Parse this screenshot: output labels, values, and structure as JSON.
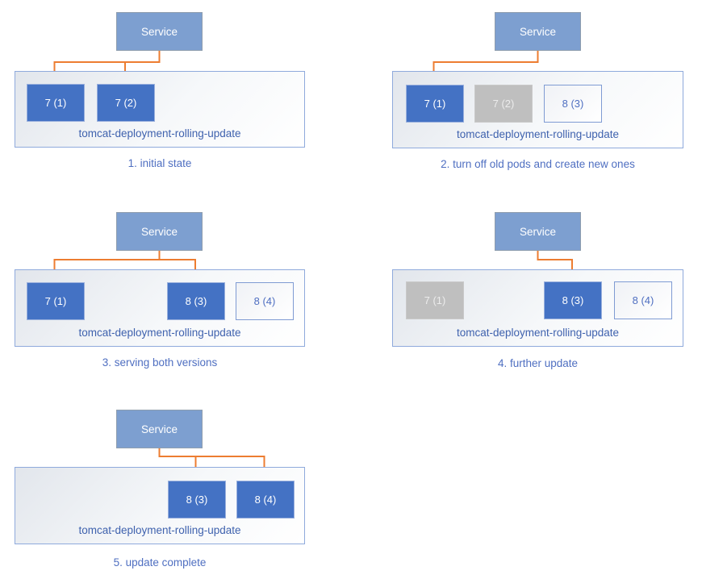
{
  "colors": {
    "service_fill": "#7d9fd0",
    "service_border": "#8e9dae",
    "pod_active_fill": "#4472c4",
    "pod_active_border": "#9ab0dd",
    "pod_terminated_fill": "#bfbfbf",
    "pod_new_border": "#7f9bd3",
    "pod_new_text": "#4f6fc1",
    "deployment_border": "#8faadc",
    "deployment_label_text": "#3f62ae",
    "caption_text": "#4f6fc1",
    "arrow": "#ed7d31"
  },
  "panels": [
    {
      "service_label": "Service",
      "deployment_label": "tomcat-deployment-rolling-update",
      "caption": "1. initial state",
      "pods": [
        {
          "label": "7 (1)",
          "state": "active"
        },
        {
          "label": "7 (2)",
          "state": "active"
        }
      ]
    },
    {
      "service_label": "Service",
      "deployment_label": "tomcat-deployment-rolling-update",
      "caption": "2. turn off old pods and create new ones",
      "pods": [
        {
          "label": "7 (1)",
          "state": "active"
        },
        {
          "label": "7 (2)",
          "state": "terminated"
        },
        {
          "label": "8 (3)",
          "state": "new"
        }
      ]
    },
    {
      "service_label": "Service",
      "deployment_label": "tomcat-deployment-rolling-update",
      "caption": "3. serving both versions",
      "pods": [
        {
          "label": "7 (1)",
          "state": "active"
        },
        {
          "label": "8 (3)",
          "state": "active"
        },
        {
          "label": "8 (4)",
          "state": "new"
        }
      ]
    },
    {
      "service_label": "Service",
      "deployment_label": "tomcat-deployment-rolling-update",
      "caption": "4. further update",
      "pods": [
        {
          "label": "7 (1)",
          "state": "terminated"
        },
        {
          "label": "8 (3)",
          "state": "active"
        },
        {
          "label": "8 (4)",
          "state": "new"
        }
      ]
    },
    {
      "service_label": "Service",
      "deployment_label": "tomcat-deployment-rolling-update",
      "caption": "5. update complete",
      "pods": [
        {
          "label": "8 (3)",
          "state": "active"
        },
        {
          "label": "8 (4)",
          "state": "active"
        }
      ]
    }
  ]
}
